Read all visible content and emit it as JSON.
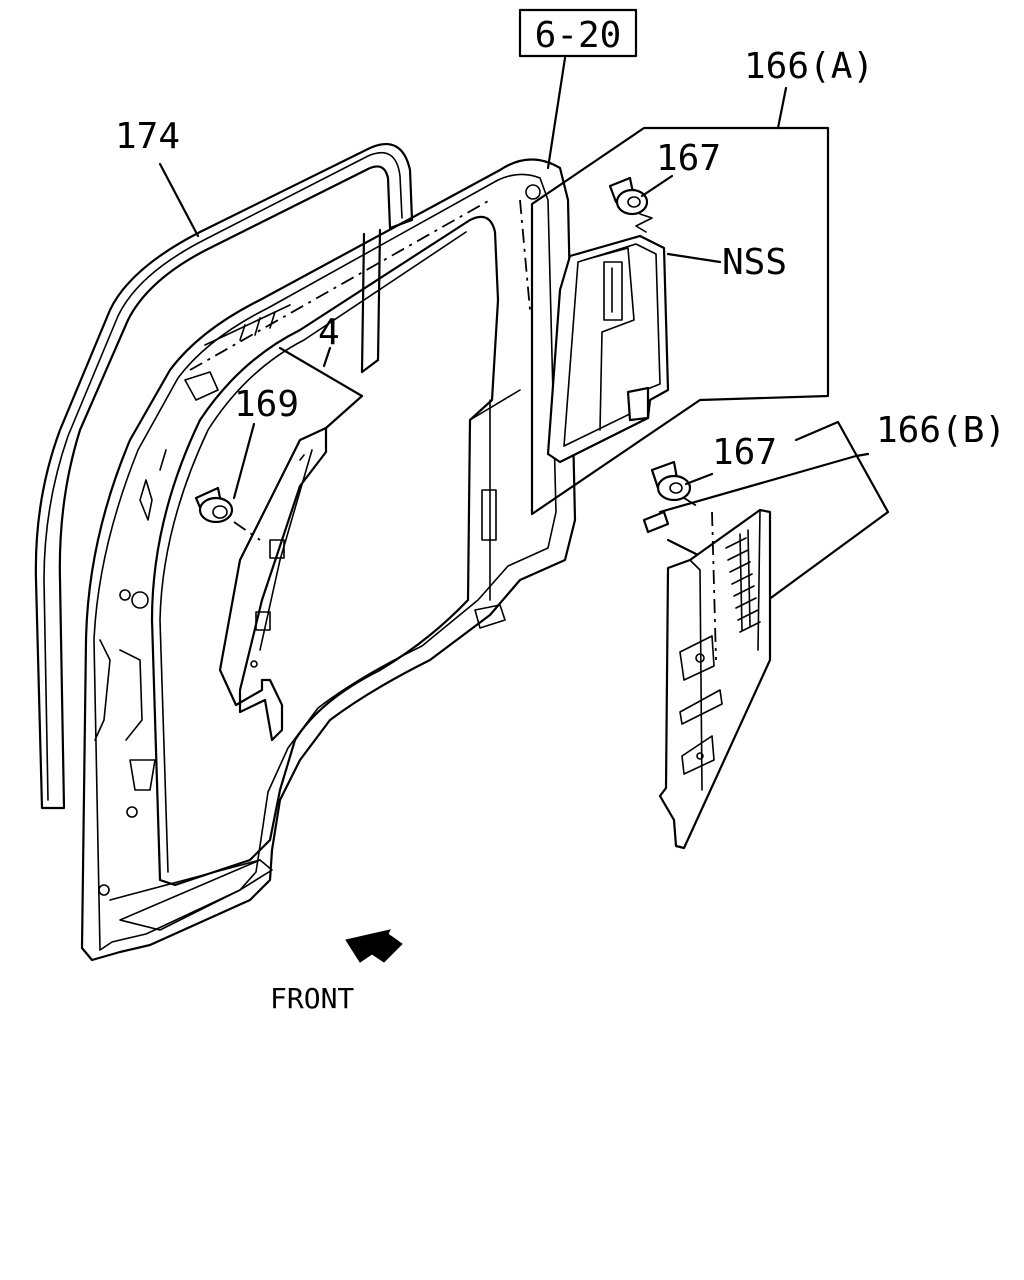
{
  "labels": {
    "ref_box": "6-20",
    "part_174": "174",
    "part_166a": "166(A)",
    "part_167_top": "167",
    "part_nss": "NSS",
    "part_4": "4",
    "part_169": "169",
    "part_167_bottom": "167",
    "part_166b": "166(B)",
    "front": "FRONT"
  },
  "icons": {
    "front_arrow": "front-direction-arrow-icon"
  }
}
